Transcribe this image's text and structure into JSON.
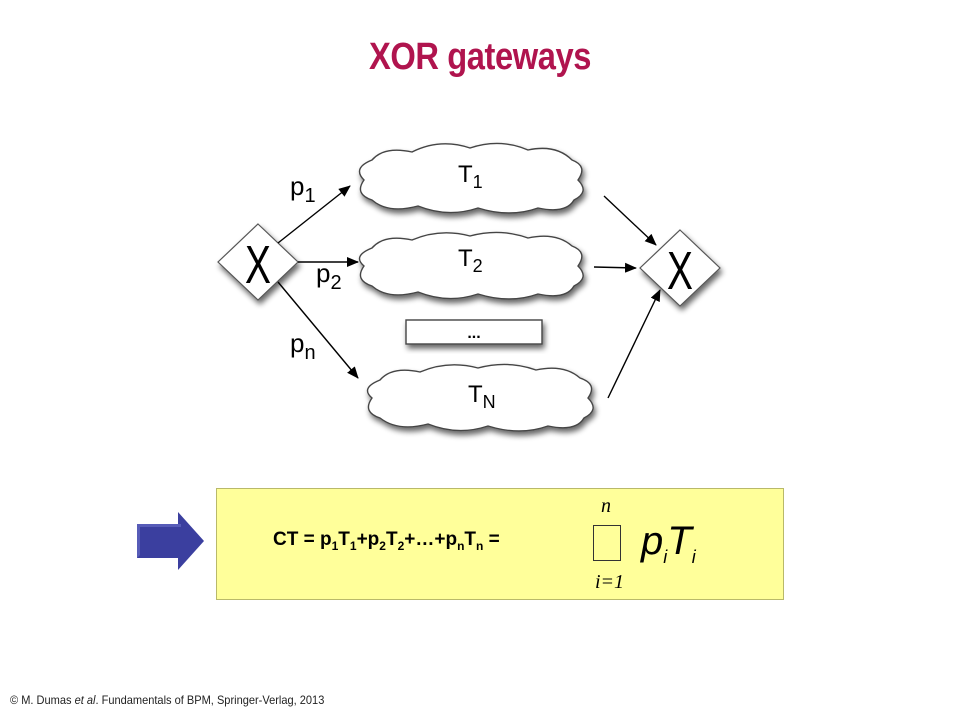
{
  "title": "XOR gateways",
  "diagram": {
    "split_gateway": "X",
    "join_gateway": "X",
    "branches": [
      {
        "prob": "p",
        "prob_sub": "1",
        "task": "T",
        "task_sub": "1"
      },
      {
        "prob": "p",
        "prob_sub": "2",
        "task": "T",
        "task_sub": "2"
      },
      {
        "prob": "p",
        "prob_sub": "n",
        "task": "T",
        "task_sub": "N"
      }
    ],
    "ellipsis": "..."
  },
  "formula": {
    "prefix": "CT = p",
    "parts": [
      "1",
      "T",
      "1",
      "+p",
      "2",
      "T",
      "2",
      "+…+p",
      "n",
      "T",
      "n",
      " ="
    ],
    "sum_upper": "n",
    "sum_lower": "i=1",
    "term": "p",
    "term_sub1": "i",
    "term_T": "T",
    "term_sub2": "i"
  },
  "footer": {
    "copy": "© M. Dumas ",
    "etal": "et al",
    "rest": ". Fundamentals of BPM, Springer-Verlag,  2013"
  },
  "colors": {
    "title": "#b0144e",
    "formula_bg": "#ffff9a",
    "arrow_fill": "#3b3f9f"
  }
}
